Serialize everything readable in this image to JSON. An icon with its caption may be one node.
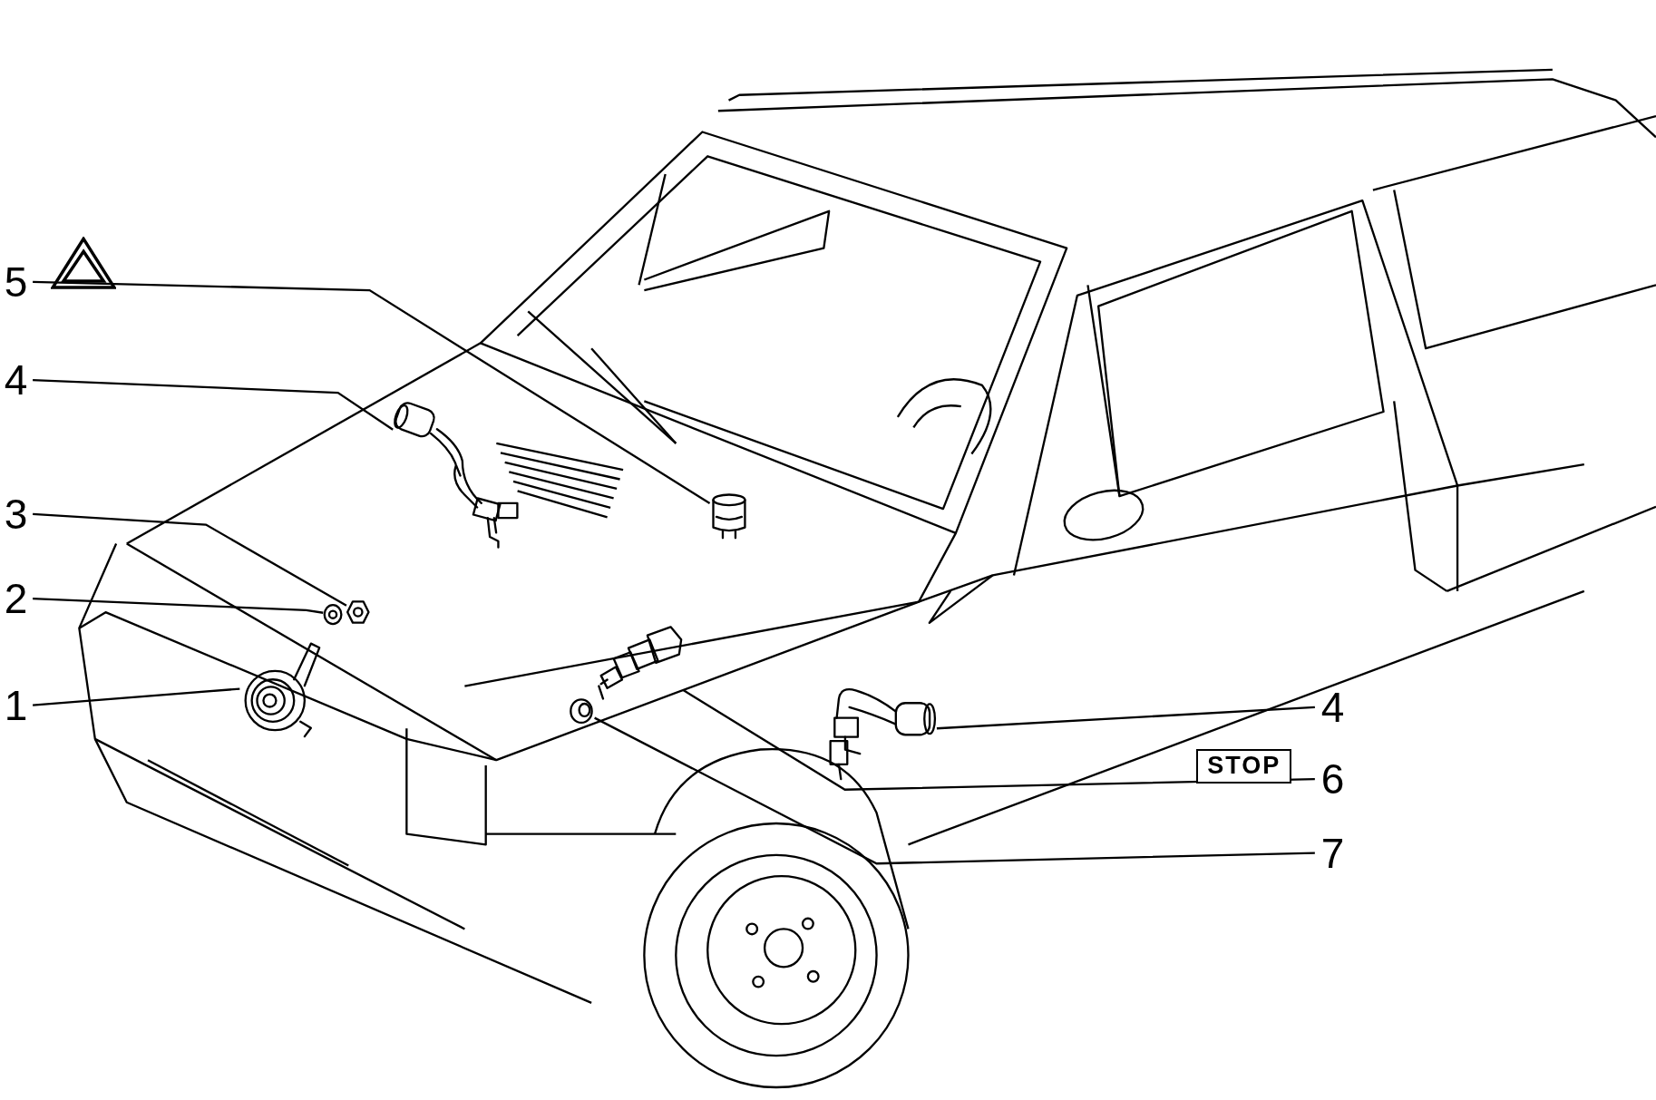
{
  "diagram": {
    "nodes": [
      {
        "text": [
          "5"
        ]
      },
      {
        "text": [],
        "shape": "picture"
      },
      {
        "text": [
          "4"
        ]
      },
      {
        "text": [],
        "shape": "picture"
      },
      {
        "text": [
          "3"
        ]
      },
      {
        "text": [],
        "shape": "picture"
      },
      {
        "text": [
          "2"
        ]
      },
      {
        "text": [],
        "shape": "picture"
      },
      {
        "text": [
          "1"
        ]
      },
      {
        "text": [],
        "shape": "picture"
      },
      {
        "text": [
          "4"
        ]
      },
      {
        "text": [],
        "shape": "picture"
      },
      {
        "text": [
          "STOP"
        ]
      },
      {
        "text": [
          "6"
        ]
      },
      {
        "text": [],
        "shape": "picture"
      },
      {
        "text": [
          "7"
        ]
      },
      {
        "text": [],
        "shape": "picture"
      }
    ],
    "edges": [
      {
        "from": 0,
        "to": 1,
        "arrow": "none"
      },
      {
        "from": 2,
        "to": 3,
        "arrow": "none"
      },
      {
        "from": 4,
        "to": 5,
        "arrow": "none"
      },
      {
        "from": 6,
        "to": 7,
        "arrow": "none"
      },
      {
        "from": 8,
        "to": 9,
        "arrow": "none"
      },
      {
        "from": 10,
        "to": 11,
        "arrow": "none"
      },
      {
        "from": 13,
        "to": 14,
        "arrow": "none"
      },
      {
        "from": 15,
        "to": 16,
        "arrow": "none"
      }
    ]
  }
}
